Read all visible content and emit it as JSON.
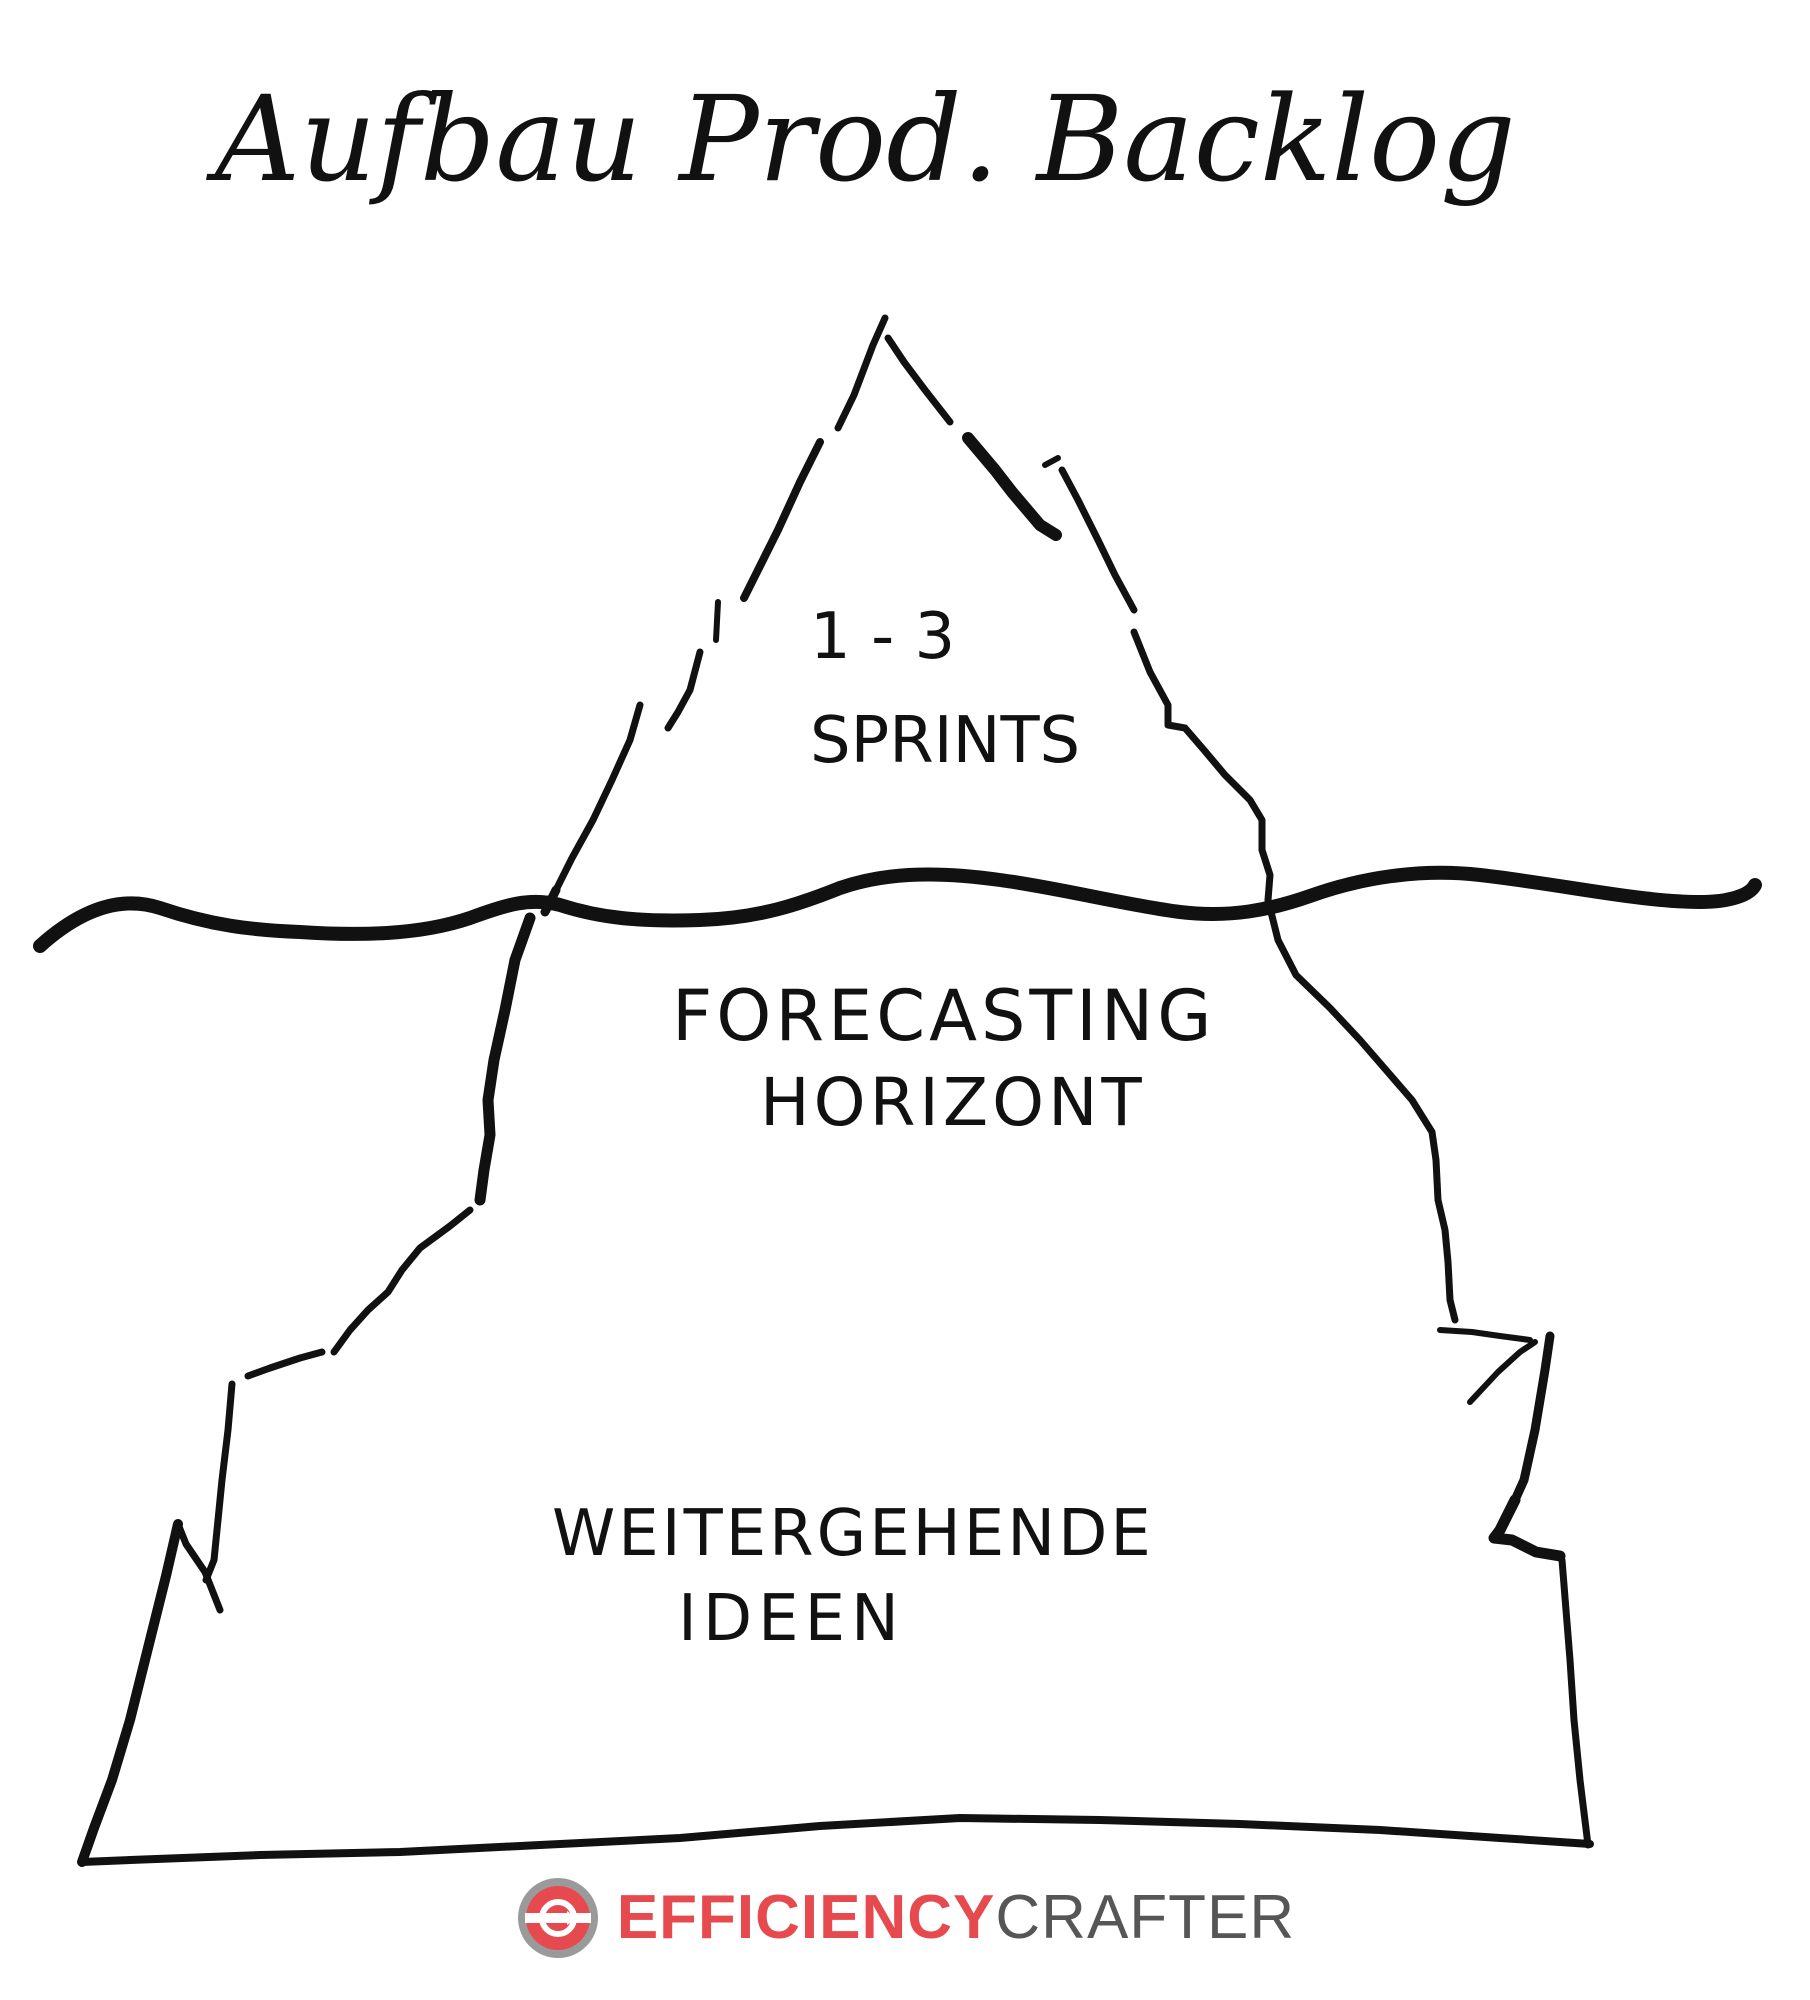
{
  "title": "Aufbau Prod. Backlog",
  "layers": [
    {
      "line1": "1 - 3",
      "line2": "SPRINTS"
    },
    {
      "line1": "FORECASTING",
      "line2": "HORIZONT"
    },
    {
      "line1": "WEITERGEHENDE",
      "line2": "IDEEN"
    }
  ],
  "brand": {
    "name_part1": "EFFICIENCY",
    "name_part2": "CRAFTER",
    "icon": "efficiencycrafter-logo-icon",
    "colors": {
      "accent": "#e64a4f",
      "secondary": "#565656",
      "ring": "#9a9a9a",
      "ink": "#111111"
    }
  }
}
